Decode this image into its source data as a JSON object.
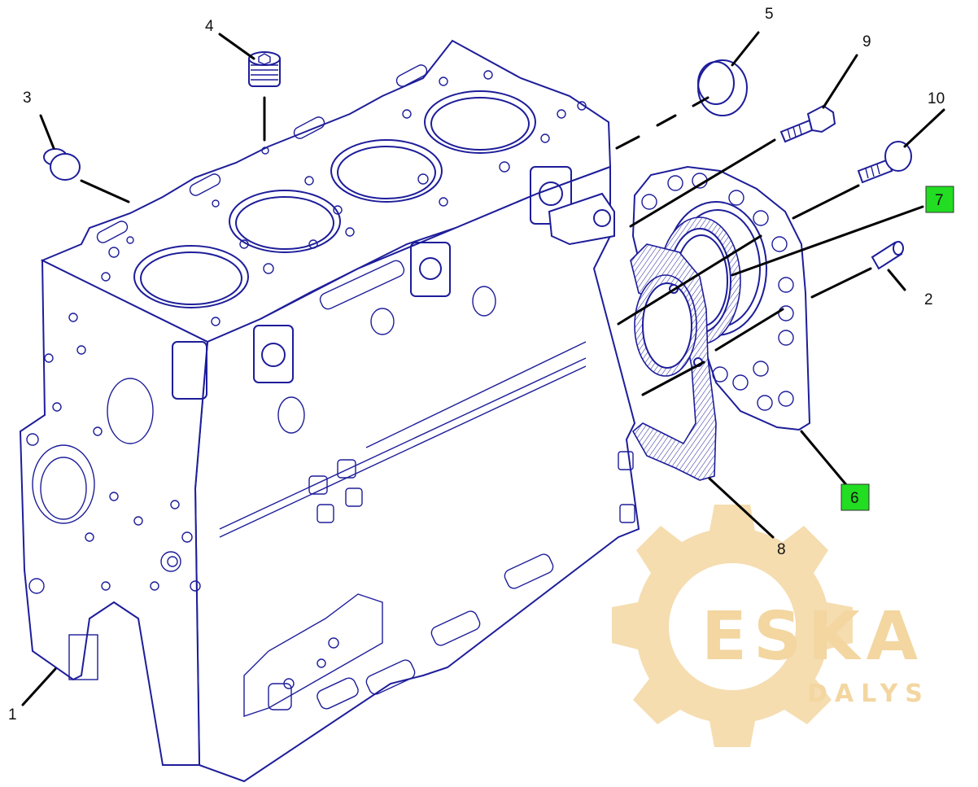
{
  "diagram": {
    "callouts": [
      {
        "id": "1",
        "highlighted": false
      },
      {
        "id": "2",
        "highlighted": false
      },
      {
        "id": "3",
        "highlighted": false
      },
      {
        "id": "4",
        "highlighted": false
      },
      {
        "id": "5",
        "highlighted": false
      },
      {
        "id": "6",
        "highlighted": true
      },
      {
        "id": "7",
        "highlighted": true
      },
      {
        "id": "8",
        "highlighted": false
      },
      {
        "id": "9",
        "highlighted": false
      },
      {
        "id": "10",
        "highlighted": false
      }
    ]
  },
  "watermark": {
    "brand": "ESKA",
    "sub": "DALYS"
  },
  "colors": {
    "line": "#1d1d9a",
    "highlight": "#22dd22",
    "watermark": "#f5ddb0"
  }
}
